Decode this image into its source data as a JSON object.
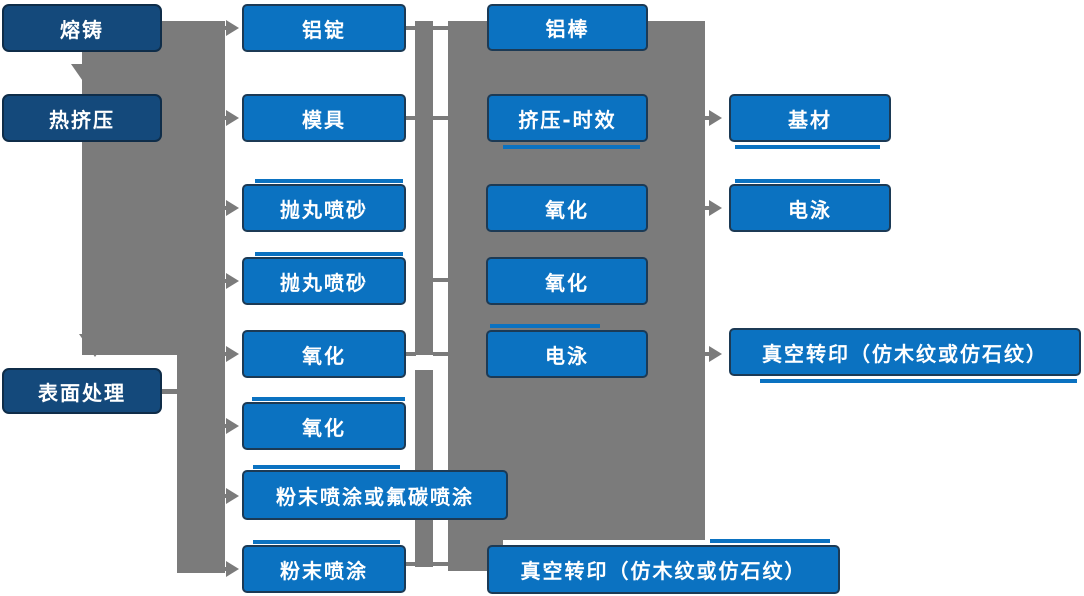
{
  "diagram": {
    "nodes": {
      "melting": "熔铸",
      "hot_extrusion": "热挤压",
      "surface_treatment": "表面处理",
      "aluminum_ingot": "铝锭",
      "mold": "模具",
      "shot_blast_sand_1": "抛丸喷砂",
      "shot_blast_sand_2": "抛丸喷砂",
      "oxidation_c2_1": "氧化",
      "oxidation_c2_2": "氧化",
      "powder_or_fluorocarbon_spray": "粉末喷涂或氟碳喷涂",
      "powder_spray": "粉末喷涂",
      "aluminum_rod": "铝棒",
      "extrusion_aging": "挤压-时效",
      "oxidation_c3_1": "氧化",
      "oxidation_c3_2": "氧化",
      "electrophoresis_c3": "电泳",
      "vacuum_transfer_c3": "真空转印（仿木纹或仿石纹）",
      "base_material": "基材",
      "electrophoresis_c4": "电泳",
      "vacuum_transfer_c4": "真空转印（仿木纹或仿石纹）"
    },
    "icons": {
      "right-arrow": "css-triangle-right",
      "down-arrow": "css-triangle-down"
    },
    "colors": {
      "dark_blue": "#14497b",
      "bright_blue": "#0b72c1",
      "node_border": "#1c3a55",
      "connector_gray": "#7b7b7b",
      "text": "#ffffff",
      "background": "#ffffff"
    }
  }
}
